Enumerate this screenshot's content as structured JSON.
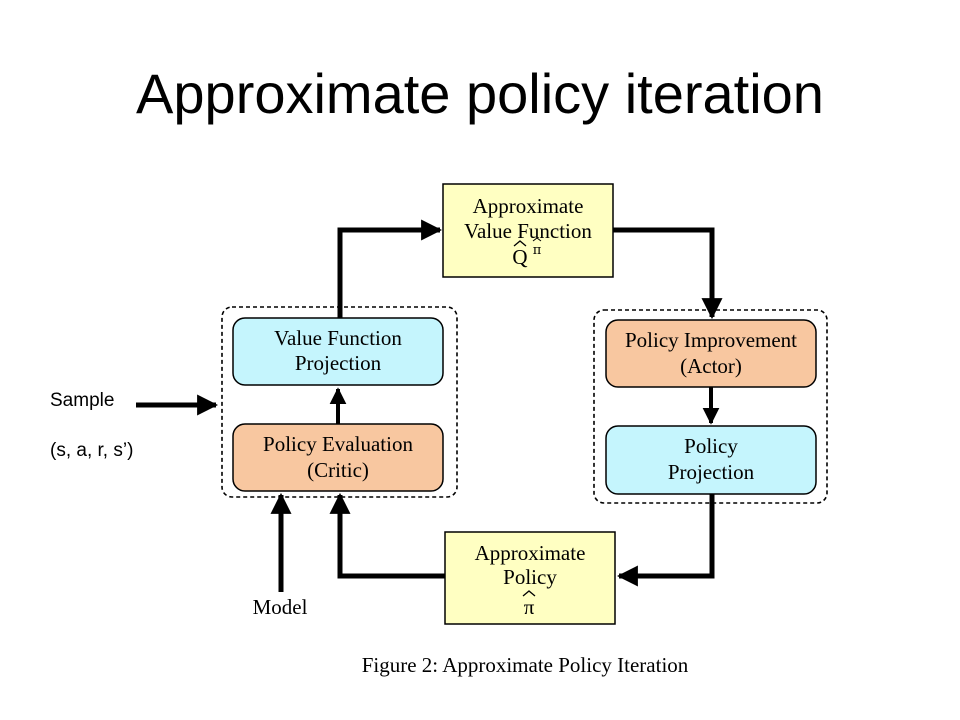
{
  "title": "Approximate policy iteration",
  "sample": {
    "label": "Sample",
    "tuple": "(s, a, r, s’)"
  },
  "nodes": {
    "approx_value_function": {
      "line1": "Approximate",
      "line2": "Value Function",
      "symbol": "Q",
      "superscript": "π"
    },
    "value_function_projection": {
      "line1": "Value Function",
      "line2": "Projection"
    },
    "policy_evaluation": {
      "line1": "Policy Evaluation",
      "line2": "(Critic)"
    },
    "policy_improvement": {
      "line1": "Policy Improvement",
      "line2": "(Actor)"
    },
    "policy_projection": {
      "line1": "Policy",
      "line2": "Projection"
    },
    "approx_policy": {
      "line1": "Approximate",
      "line2": "Policy",
      "symbol": "π"
    }
  },
  "model_label": "Model",
  "caption": "Figure 2:  Approximate Policy Iteration",
  "colors": {
    "yellow_box": "#ffffc2",
    "cyan_box": "#c5f5fd",
    "orange_box": "#f8c7a0",
    "stroke": "#000000"
  }
}
